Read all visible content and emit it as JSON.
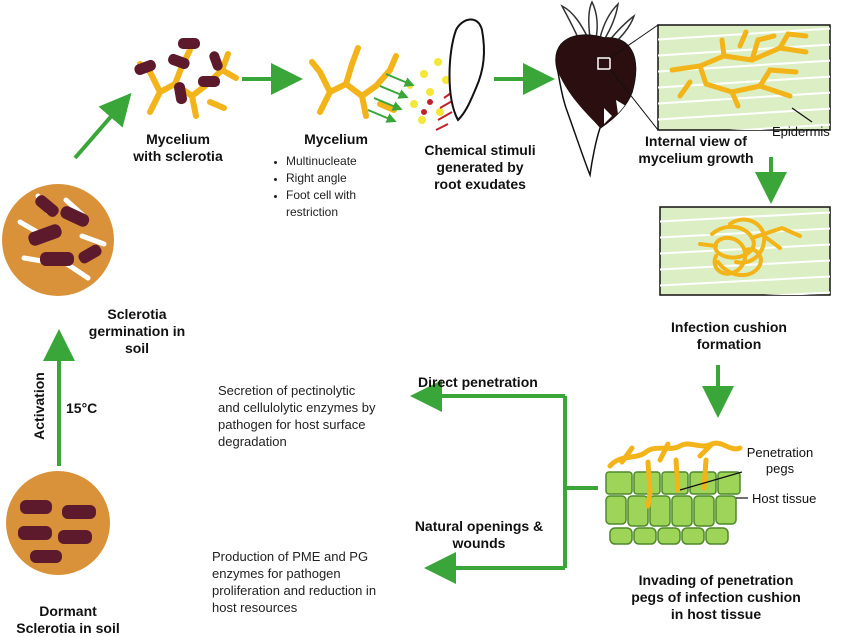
{
  "stages": {
    "mycelium_sclerotia": "Mycelium\nwith sclerotia",
    "mycelium": "Mycelium",
    "chemical_stimuli": "Chemical stimuli\ngenerated by\nroot exudates",
    "internal_view": "Internal view of\nmycelium growth",
    "infection_cushion": "Infection cushion\nformation",
    "invading": "Invading of penetration\npegs of infection cushion\nin host tissue",
    "sclerotia_germination": "Sclerotia\ngermination in\nsoil",
    "dormant": "Dormant\nSclerotia in soil"
  },
  "mycelium_traits": [
    "Multinucleate",
    "Right angle",
    "Foot cell with\nrestriction"
  ],
  "labels": {
    "epidermis": "Epidermis",
    "penetration_pegs": "Penetration\npegs",
    "host_tissue": "Host tissue",
    "activation": "Activation",
    "temperature": "15°C",
    "direct_penetration": "Direct penetration",
    "natural_openings": "Natural openings &\nwounds"
  },
  "descriptions": {
    "direct": "Secretion of pectinolytic\nand cellulolytic enzymes by\npathogen for host surface\ndegradation",
    "natural": "Production of PME and PG\nenzymes for pathogen\nproliferation and reduction in\nhost resources"
  },
  "colors": {
    "arrow": "#3aa63a",
    "mycelium": "#f2b418",
    "sclerotia": "#5c1a2c",
    "soil": "#d9923a",
    "tissue": "#9ed458",
    "panel": "#dcefc4"
  }
}
